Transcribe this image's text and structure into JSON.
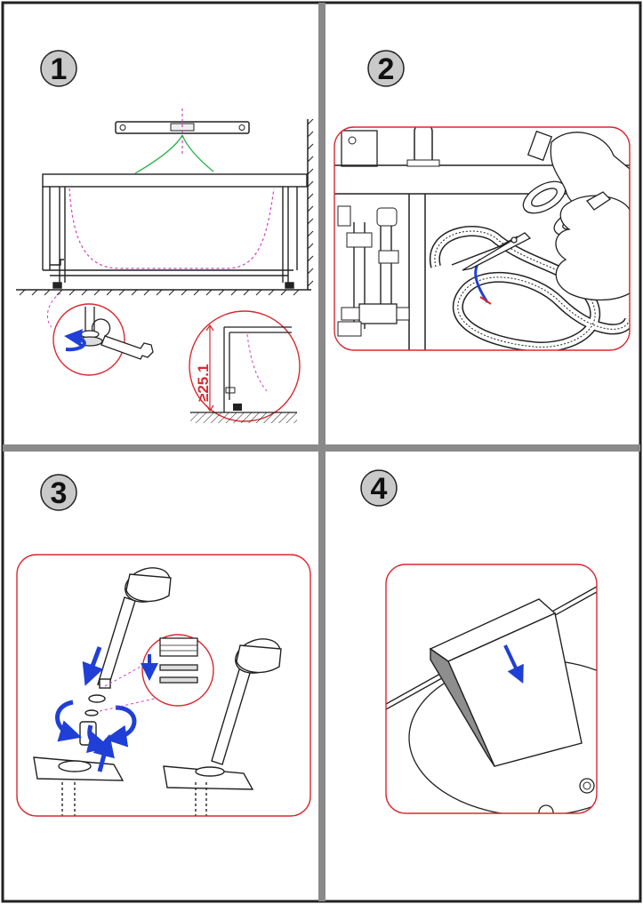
{
  "steps": [
    {
      "number": "1",
      "callout_dimension": "≥25.1"
    },
    {
      "number": "2"
    },
    {
      "number": "3"
    },
    {
      "number": "4"
    }
  ],
  "colors": {
    "frame": "#8a8a8a",
    "outer_border": "#222222",
    "step_badge": "#c9c9c9",
    "callout": "#d9282f",
    "level_arc": "#2bb24a",
    "guide_dash": "#d13fc7",
    "arrow": "#1f3fd6",
    "line": "#222222"
  }
}
